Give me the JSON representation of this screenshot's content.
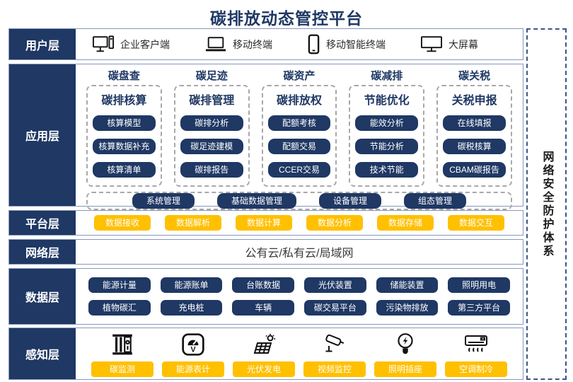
{
  "title": "碳排放动态管控平台",
  "security_sidebar": {
    "label": "网络安全防护体系"
  },
  "colors": {
    "navy": "#1f3864",
    "yellow": "#ffc000",
    "row_border": "#8798bb"
  },
  "layers": {
    "user": {
      "label": "用户层",
      "items": [
        {
          "icon": "desktop-pc-icon",
          "label": "企业客户端"
        },
        {
          "icon": "laptop-icon",
          "label": "移动终端"
        },
        {
          "icon": "smartphone-icon",
          "label": "移动智能终端"
        },
        {
          "icon": "big-screen-icon",
          "label": "大屏幕"
        }
      ]
    },
    "application": {
      "label": "应用层",
      "columns": [
        {
          "header": "碳盘查",
          "subheader": "碳排核算",
          "buttons": [
            "核算模型",
            "核算数据补充",
            "核算清单"
          ]
        },
        {
          "header": "碳足迹",
          "subheader": "碳排管理",
          "buttons": [
            "碳排分析",
            "碳足迹建模",
            "碳排报告"
          ]
        },
        {
          "header": "碳资产",
          "subheader": "碳排放权",
          "buttons": [
            "配额考核",
            "配额交易",
            "CCER交易"
          ]
        },
        {
          "header": "碳减排",
          "subheader": "节能优化",
          "buttons": [
            "能效分析",
            "节能分析",
            "技术节能"
          ]
        },
        {
          "header": "碳关税",
          "subheader": "关税申报",
          "buttons": [
            "在线填报",
            "碳税核算",
            "CBAM碳报告"
          ]
        }
      ],
      "common_buttons": [
        "系统管理",
        "基础数据管理",
        "设备管理",
        "组态管理"
      ]
    },
    "platform": {
      "label": "平台层",
      "buttons": [
        "数据接收",
        "数据解析",
        "数据计算",
        "数据分析",
        "数据存储",
        "数据交互"
      ]
    },
    "network": {
      "label": "网络层",
      "content": "公有云/私有云/局域网"
    },
    "data": {
      "label": "数据层",
      "rows": [
        [
          "能源计量",
          "能源账单",
          "台账数据",
          "光伏装置",
          "储能装置",
          "照明用电"
        ],
        [
          "植物碳汇",
          "充电桩",
          "车辆",
          "碳交易平台",
          "污染物排放",
          "第三方平台"
        ]
      ]
    },
    "perception": {
      "label": "感知层",
      "items": [
        {
          "icon": "carbon-monitor-icon",
          "label": "碳监测"
        },
        {
          "icon": "energy-meter-icon",
          "label": "能源表计"
        },
        {
          "icon": "solar-panel-icon",
          "label": "光伏发电"
        },
        {
          "icon": "cctv-camera-icon",
          "label": "视频监控"
        },
        {
          "icon": "light-bulb-icon",
          "label": "照明插座"
        },
        {
          "icon": "air-conditioner-icon",
          "label": "空调制冷"
        }
      ]
    }
  }
}
